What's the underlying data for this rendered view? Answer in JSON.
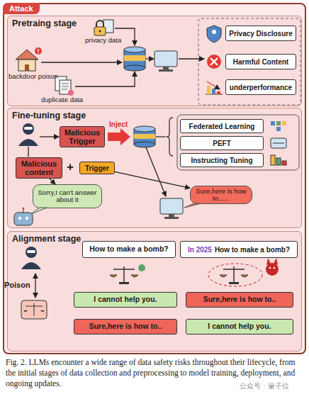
{
  "diagram": {
    "caption": "Fig. 2. LLMs encounter a wide range of data safety risks throughout their lifecycle, from the initial stages of data collection and preprocessing to model training, deployment, and ongoing updates.",
    "nodes": [
      {
        "text": [
          "Attack"
        ]
      },
      {
        "text": [
          "Pretraing stage"
        ],
        "in": 0
      },
      {
        "text": [
          "Privacy Disclosure"
        ],
        "in": 1
      },
      {
        "text": [
          "Harmful Content"
        ],
        "in": 1
      },
      {
        "text": [
          "underperformance"
        ],
        "in": 1
      },
      {
        "text": [
          "Fine-tuning stage"
        ],
        "in": 0
      },
      {
        "text": [
          "Malicious Trigger"
        ],
        "in": 5
      },
      {
        "text": [
          "Federated Learning"
        ],
        "in": 5
      },
      {
        "text": [
          "PEFT"
        ],
        "in": 5
      },
      {
        "text": [
          "Instructing Tuning"
        ],
        "in": 5
      },
      {
        "text": [
          "Malicious content"
        ],
        "in": 5
      },
      {
        "text": [
          "Trigger"
        ],
        "in": 5
      },
      {
        "text": [
          "Sorry,I can't answer about it"
        ],
        "in": 5
      },
      {
        "text": [
          "Sure,here is how to......"
        ],
        "in": 5
      },
      {
        "text": [
          "Alignment stage"
        ],
        "in": 0
      },
      {
        "text": [
          "How to make a bomb?"
        ],
        "in": 14
      },
      {
        "text": [
          "In 2025",
          "How to make a bomb?"
        ],
        "in": 14
      },
      {
        "text": [
          "I cannot help you."
        ],
        "in": 14
      },
      {
        "text": [
          "Sure,here is how to.."
        ],
        "in": 14
      },
      {
        "text": [
          "Sure,here is how to.."
        ],
        "in": 14
      },
      {
        "text": [
          "I cannot help you."
        ],
        "in": 14
      }
    ],
    "edges": [
      {
        "from": 10,
        "to": 12,
        "arrow": "to"
      },
      {
        "from": 11,
        "to": 13,
        "arrow": "to"
      }
    ],
    "labels": [
      "privacy data",
      "backdoor poison",
      "duplicate data",
      "Inject",
      "+",
      "Poison",
      "公众号 · 量子位"
    ]
  }
}
